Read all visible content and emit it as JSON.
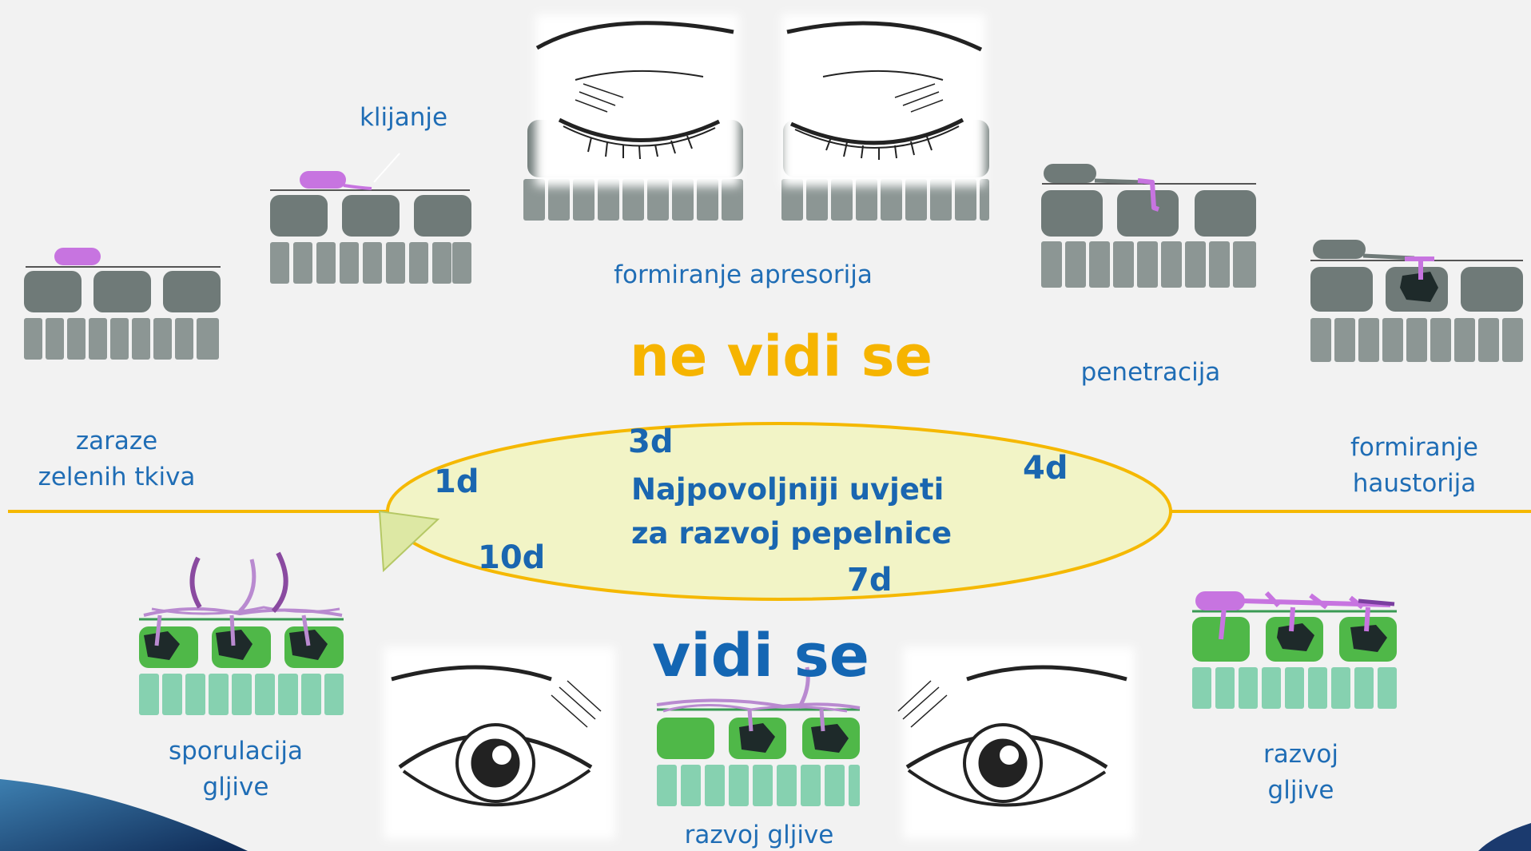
{
  "labels": {
    "zaraze": [
      "zaraze",
      "zelenih tkiva"
    ],
    "klijanje": "klijanje",
    "apresorij": "formiranje apresorija",
    "penetracija": "penetracija",
    "haustorij": [
      "formiranje",
      "haustorija"
    ],
    "sporulacija": [
      "sporulacija",
      "gljive"
    ],
    "razvoj_center": "razvoj gljive",
    "razvoj_right": [
      "razvoj",
      "gljive"
    ]
  },
  "headings": {
    "hidden": "ne vidi se",
    "visible": "vidi se"
  },
  "cycle": {
    "center_text": [
      "Najpovoljniji uvjeti",
      "za razvoj pepelnice"
    ],
    "days": [
      "1d",
      "3d",
      "4d",
      "7d",
      "10d"
    ]
  },
  "colors": {
    "label_blue": "#1f6db5",
    "orange": "#f6b400",
    "ellipse_fill": "#f2f4c6",
    "ellipse_stroke": "#f5b800",
    "cell_gray_dark": "#6f7a78",
    "cell_gray_light": "#8c9694",
    "cell_green": "#4fb848",
    "cell_green_light": "#86d1b0",
    "fungus_pink": "#c774e0",
    "corner_navy": "#1b3a6e"
  }
}
